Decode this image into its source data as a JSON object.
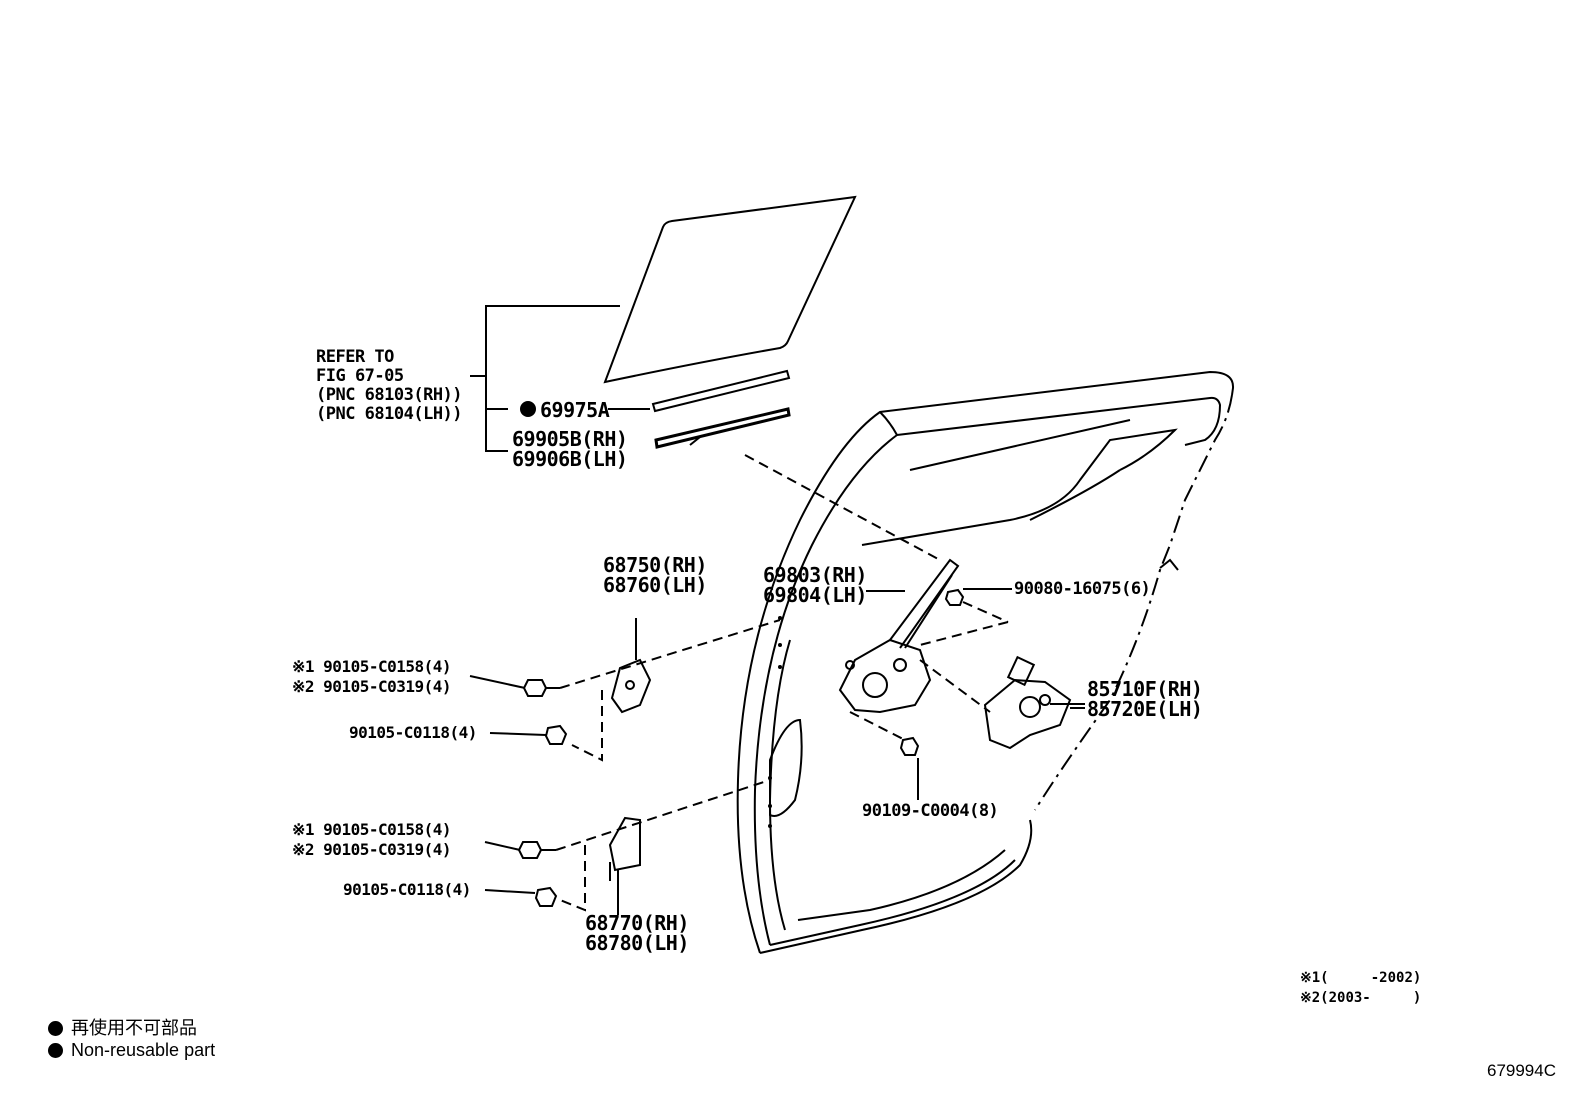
{
  "refer": {
    "line1": "REFER TO",
    "line2": "FIG 67-05",
    "line3": "(PNC 68103(RH))",
    "line4": "(PNC 68104(LH))"
  },
  "parts": {
    "p69975": "69975A",
    "p69905": "69905B(RH)",
    "p69906": "69906B(LH)",
    "p68750": "68750(RH)",
    "p68760": "68760(LH)",
    "p69803": "69803(RH)",
    "p69804": "69804(LH)",
    "p90080": "90080-16075(6)",
    "p85710": "85710F(RH)",
    "p85720": "85720E(LH)",
    "p90109": "90109-C0004(8)",
    "upper_bolt1": "※1 90105-C0158(4)",
    "upper_bolt2": "※2 90105-C0319(4)",
    "upper_bolt3": "90105-C0118(4)",
    "lower_bolt1": "※1 90105-C0158(4)",
    "lower_bolt2": "※2 90105-C0319(4)",
    "lower_bolt3": "90105-C0118(4)",
    "p68770": "68770(RH)",
    "p68780": "68780(LH)"
  },
  "notes": {
    "note1": "※1(     -2002)",
    "note2": "※2(2003-     )"
  },
  "legend": {
    "jp": "再使用不可部品",
    "en": "Non-reusable part"
  },
  "figure_id": "679994C"
}
